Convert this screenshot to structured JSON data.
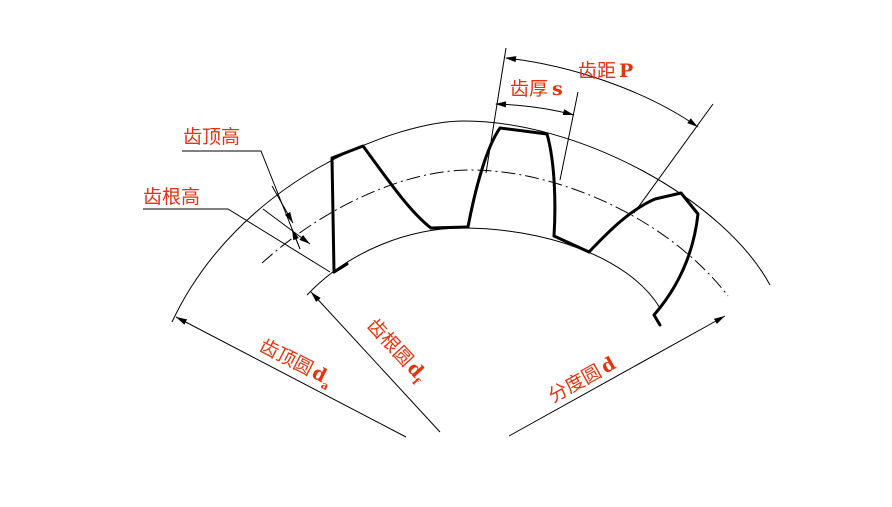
{
  "labels": {
    "addendum": "齿顶高",
    "dedendum": "齿根高",
    "thickness_text": "齿厚",
    "thickness_var": "s",
    "pitch_text": "齿距",
    "pitch_var": "P",
    "tip_circle_text": "齿顶圆",
    "tip_circle_var": "d",
    "tip_circle_sub": "a",
    "root_circle_text": "齿根圆",
    "root_circle_var": "d",
    "root_circle_sub": "f",
    "pitch_circle_text": "分度圆",
    "pitch_circle_var": "d"
  },
  "colors": {
    "label": "#e8320c",
    "line": "#000000"
  }
}
